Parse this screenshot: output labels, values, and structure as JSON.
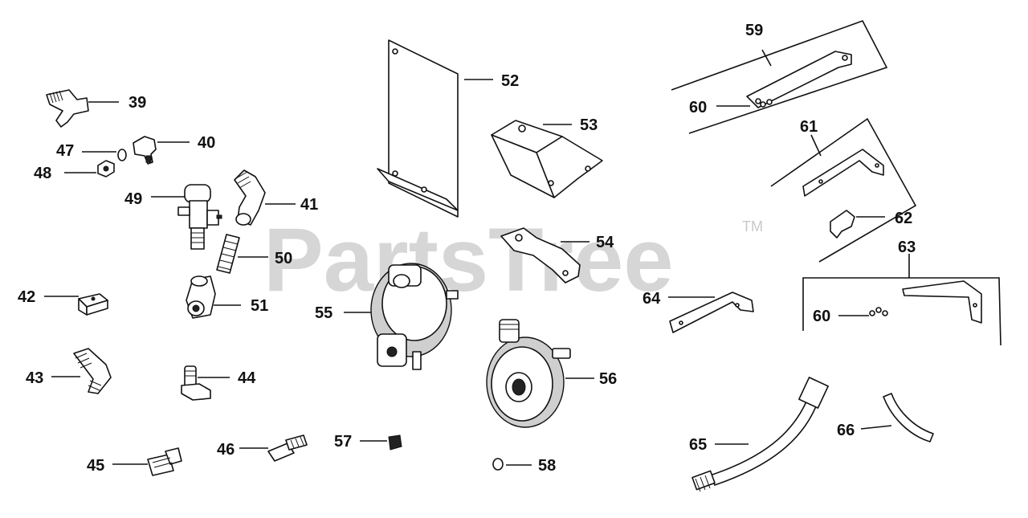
{
  "watermark": {
    "text": "PartsTree",
    "trademark": "TM"
  },
  "callouts": {
    "c39": "39",
    "c40": "40",
    "c41": "41",
    "c42": "42",
    "c43": "43",
    "c44": "44",
    "c45": "45",
    "c46": "46",
    "c47": "47",
    "c48": "48",
    "c49": "49",
    "c50": "50",
    "c51": "51",
    "c52": "52",
    "c53": "53",
    "c54": "54",
    "c55": "55",
    "c56": "56",
    "c57": "57",
    "c58": "58",
    "c59": "59",
    "c60a": "60",
    "c60b": "60",
    "c61": "61",
    "c62": "62",
    "c63": "63",
    "c64": "64",
    "c65": "65",
    "c66": "66"
  }
}
